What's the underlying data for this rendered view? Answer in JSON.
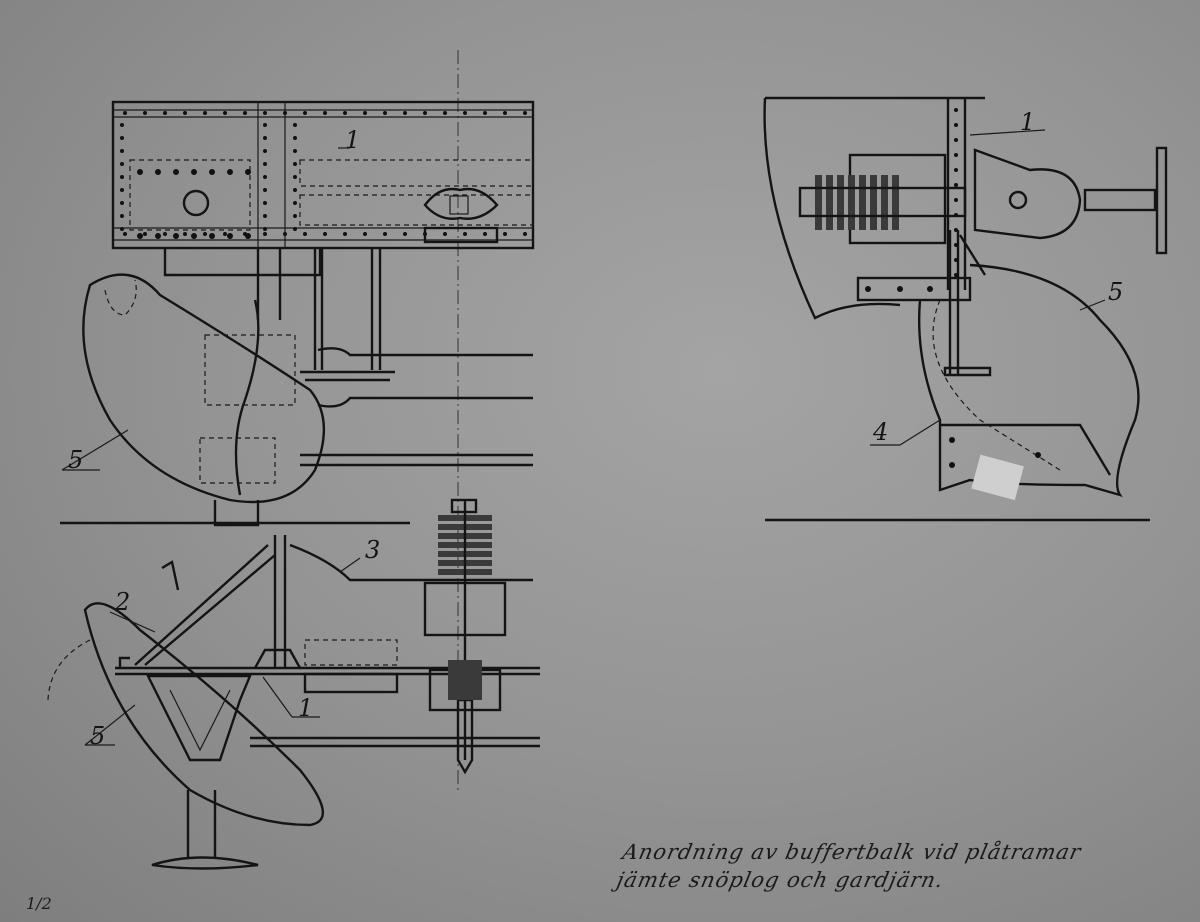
{
  "drawing": {
    "caption_line1": "Anordning av buffertbalk vid plåtramar",
    "caption_line2": "jämte snöplog och gardjärn.",
    "sheet_number": "1/2",
    "part_labels": {
      "top_left_1": "1",
      "top_left_5": "5",
      "bottom_left_3": "3",
      "bottom_left_2": "2",
      "bottom_left_1": "1",
      "bottom_left_5": "5",
      "right_1": "1",
      "right_5": "5",
      "right_4": "4"
    }
  }
}
